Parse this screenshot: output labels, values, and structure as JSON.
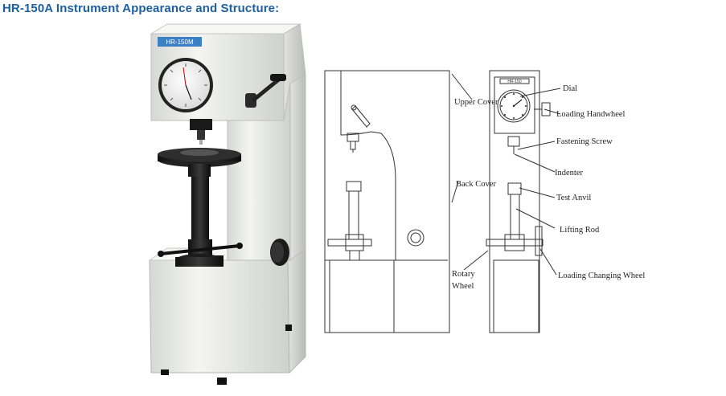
{
  "page": {
    "title": "HR-150A Instrument Appearance and Structure:"
  },
  "photo": {
    "panel_label": "HR-150M"
  },
  "diagram": {
    "panel_label": "HR-150",
    "labels": {
      "upper_cover": "Upper Cover",
      "back_cover": "Back Cover",
      "rotary_wheel_line1": "Rotary",
      "rotary_wheel_line2": "Wheel",
      "dial": "Dial",
      "loading_handwheel": "Loading Handwheel",
      "fastening_screw": "Fastening Screw",
      "indenter": "Indenter",
      "test_anvil": "Test Anvil",
      "lifting_rod": "Lifting Rod",
      "loading_changing_wheel": "Loading Changing Wheel"
    }
  },
  "colors": {
    "title": "#1d5fa0",
    "machine_body": "#ecedeb",
    "label_panel": "#3d7fc4",
    "line_art": "#333333"
  }
}
